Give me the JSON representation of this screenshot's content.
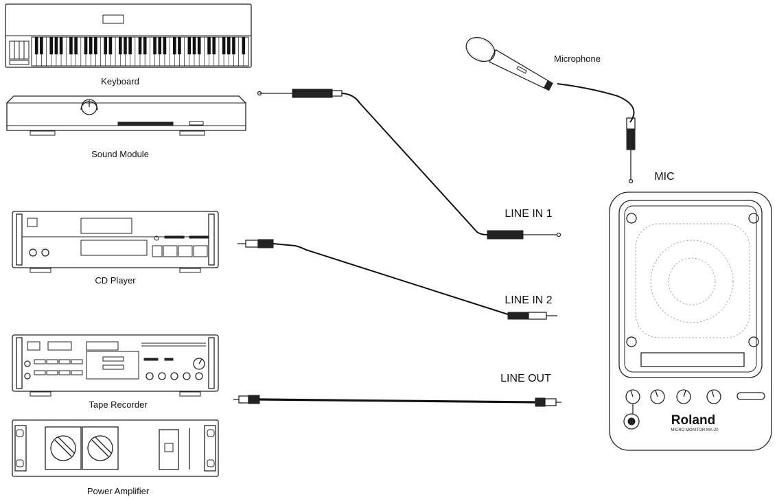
{
  "devices": {
    "keyboard": "Keyboard",
    "sound_module": "Sound Module",
    "cd_player": "CD Player",
    "tape_recorder": "Tape Recorder",
    "power_amplifier": "Power Amplifier",
    "microphone": "Microphone"
  },
  "jacks": {
    "mic": "MIC",
    "line_in_1": "LINE IN 1",
    "line_in_2": "LINE IN 2",
    "line_out": "LINE OUT"
  },
  "monitor": {
    "brand": "Roland",
    "model": "MICRO MONITOR MA-20"
  }
}
